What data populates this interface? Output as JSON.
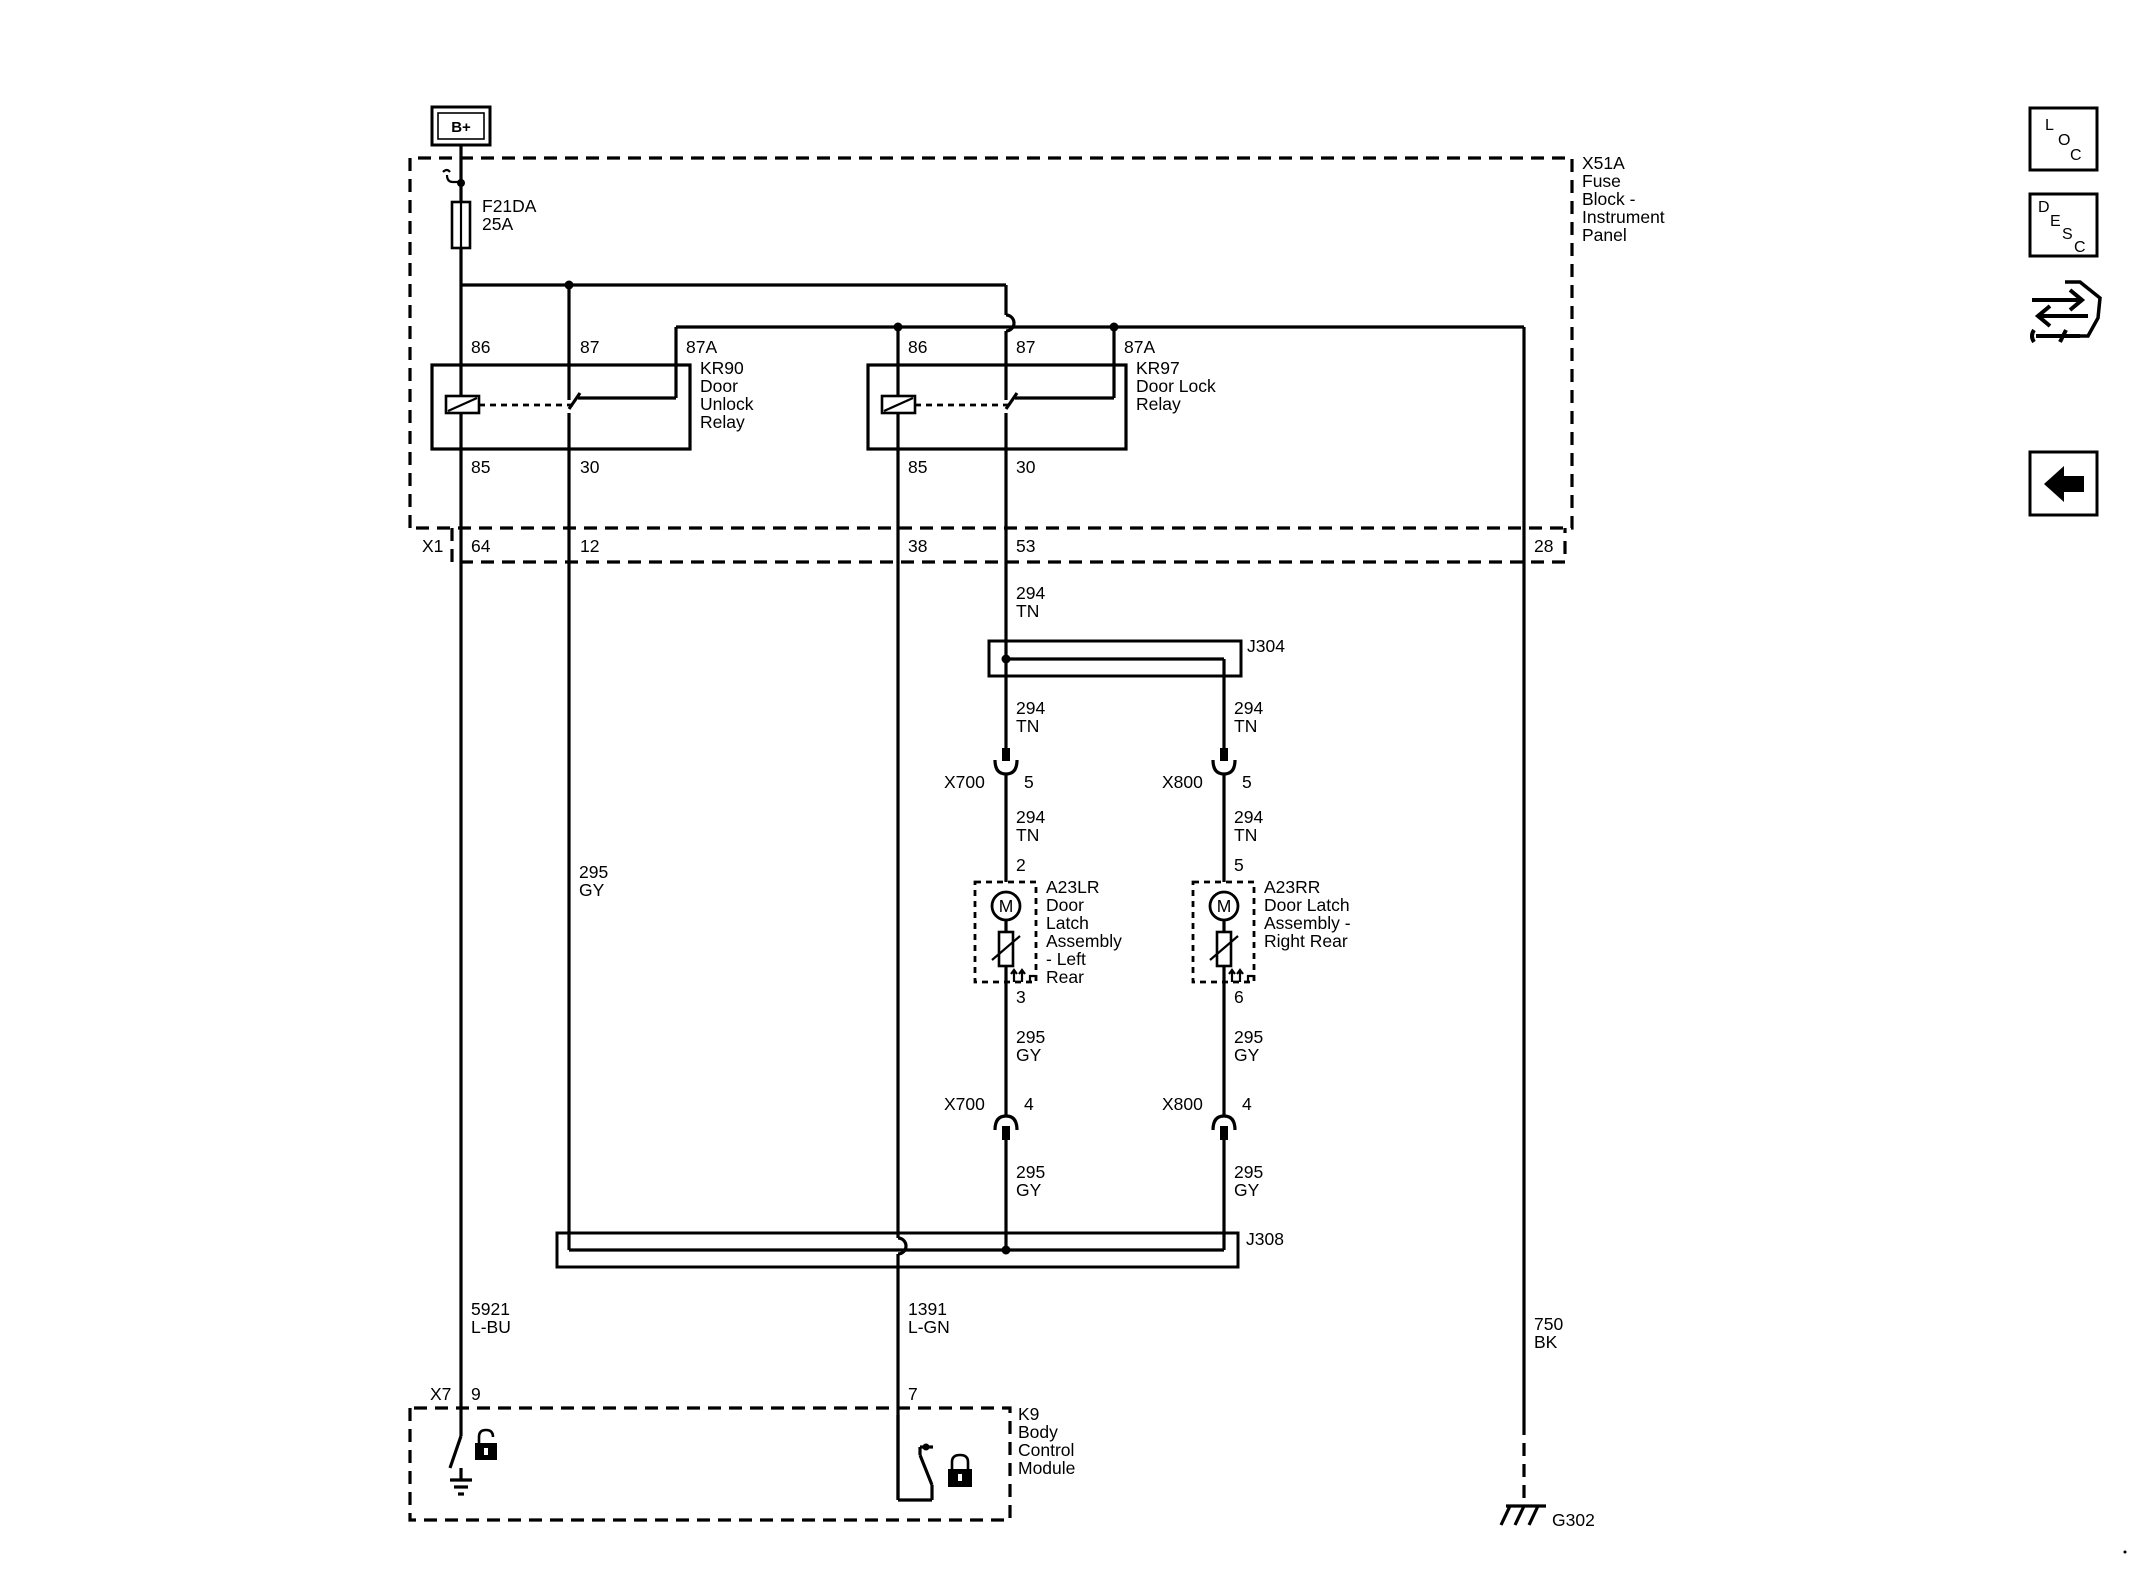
{
  "power": {
    "source": "B+"
  },
  "fuse_block": {
    "ref": "X51A",
    "name_lines": [
      "Fuse",
      "Block -",
      "Instrument",
      "Panel"
    ],
    "connector": "X1",
    "fuse": {
      "ref": "F21DA",
      "rating": "25A"
    }
  },
  "relay_unlock": {
    "ref": "KR90",
    "name_lines": [
      "Door",
      "Unlock",
      "Relay"
    ],
    "pin_86": "86",
    "pin_87": "87",
    "pin_87a": "87A",
    "pin_85": "85",
    "pin_30": "30"
  },
  "relay_lock": {
    "ref": "KR97",
    "name_lines": [
      "Door Lock",
      "Relay"
    ],
    "pin_86": "86",
    "pin_87": "87",
    "pin_87a": "87A",
    "pin_85": "85",
    "pin_30": "30"
  },
  "x1_pins": {
    "p64": "64",
    "p12": "12",
    "p38": "38",
    "p53": "53",
    "p28": "28"
  },
  "circuit_294": {
    "number": "294",
    "color": "TN"
  },
  "circuit_295": {
    "number": "295",
    "color": "GY"
  },
  "splice_j304": "J304",
  "splice_j308": "J308",
  "conn_x700": {
    "ref": "X700",
    "pin_a": "5",
    "pin_b": "4"
  },
  "conn_x800": {
    "ref": "X800",
    "pin_a": "5",
    "pin_b": "4"
  },
  "latch_lr": {
    "ref": "A23LR",
    "name_lines": [
      "Door",
      "Latch",
      "Assembly",
      "- Left",
      "Rear"
    ],
    "pin_top": "2",
    "pin_bottom": "3",
    "motor_label": "M"
  },
  "latch_rr": {
    "ref": "A23RR",
    "name_lines": [
      "Door Latch",
      "Assembly -",
      "Right Rear"
    ],
    "pin_top": "5",
    "pin_bottom": "6",
    "motor_label": "M"
  },
  "circuit_5921": {
    "number": "5921",
    "color": "L-BU"
  },
  "circuit_1391": {
    "number": "1391",
    "color": "L-GN"
  },
  "circuit_750": {
    "number": "750",
    "color": "BK"
  },
  "bcm": {
    "ref": "K9",
    "name_lines": [
      "Body",
      "Control",
      "Module"
    ],
    "connector": "X7",
    "pin_9": "9",
    "pin_7": "7"
  },
  "ground": {
    "ref": "G302"
  },
  "nav": {
    "loc": [
      "L",
      "O",
      "C"
    ],
    "desc": [
      "D",
      "E",
      "S",
      "C"
    ]
  }
}
